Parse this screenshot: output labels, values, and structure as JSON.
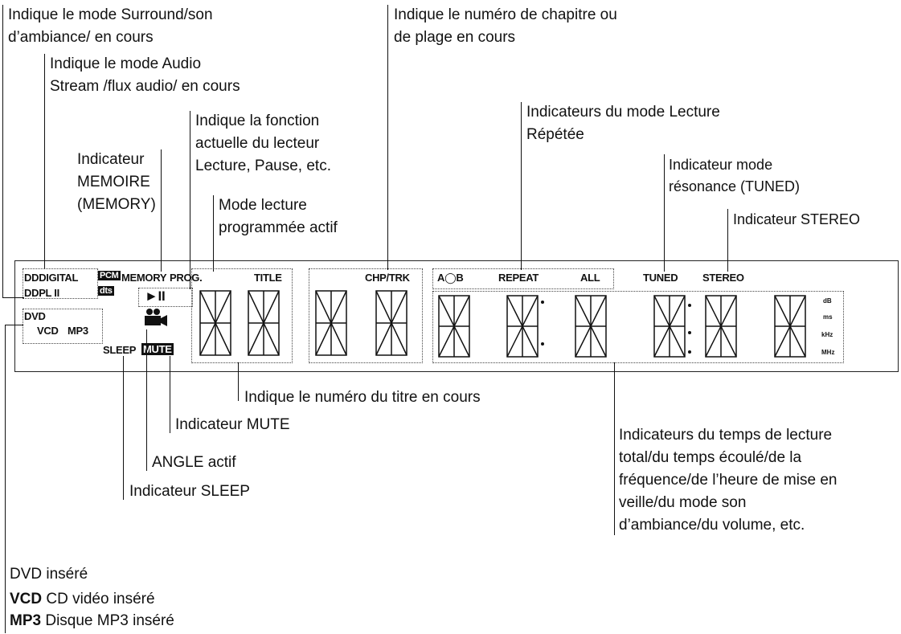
{
  "annotations": {
    "surround_l1": "Indique le mode Surround/son",
    "surround_l2": "d’ambiance/ en cours",
    "audio_l1": "Indique le mode Audio",
    "audio_l2": "Stream /flux audio/ en cours",
    "function_l1": "Indique la fonction",
    "function_l2": "actuelle du lecteur",
    "function_l3": "Lecture, Pause, etc.",
    "memory_l1": "Indicateur",
    "memory_l2": "MEMOIRE",
    "memory_l3": "(MEMORY)",
    "prog_l1": "Mode lecture",
    "prog_l2": "programmée actif",
    "chapter_l1": "Indique le numéro de chapitre ou",
    "chapter_l2": "de plage en cours",
    "repeat_l1": "Indicateurs du mode Lecture",
    "repeat_l2": "Répétée",
    "tuned_l1": "Indicateur mode",
    "tuned_l2": "résonance (TUNED)",
    "stereo": "Indicateur STEREO",
    "title_num": "Indique le numéro du titre en cours",
    "mute": "Indicateur MUTE",
    "angle": "ANGLE actif",
    "sleep": "Indicateur SLEEP",
    "time_l1": "Indicateurs du temps de lecture",
    "time_l2": "total/du temps écoulé/de la",
    "time_l3": "fréquence/de l’heure de mise en",
    "time_l4": "veille/du mode son",
    "time_l5": "d’ambiance/du volume, etc.",
    "dvd_inserted": "DVD inséré",
    "vcd_bold": "VCD",
    "vcd_text": " CD vidéo inséré",
    "mp3_bold": "MP3",
    "mp3_text": " Disque MP3 inséré"
  },
  "display": {
    "digital": "DIGITAL",
    "pl2": "PL II",
    "dolby_symbol": "DD",
    "pcm": "PCM",
    "dts": "dts",
    "memory": "MEMORY",
    "prog": "PROG.",
    "title": "TITLE",
    "chp_trk": "CHP/TRK",
    "ab": "A◯B",
    "repeat": "REPEAT",
    "all": "ALL",
    "tuned": "TUNED",
    "stereo": "STEREO",
    "dvd": "DVD",
    "vcd": "VCD",
    "mp3": "MP3",
    "play_pause": "►II",
    "sleep": "SLEEP",
    "mute": "MUTE",
    "unit_db": "dB",
    "unit_ms": "ms",
    "unit_khz": "kHz",
    "unit_mhz": "MHz"
  }
}
